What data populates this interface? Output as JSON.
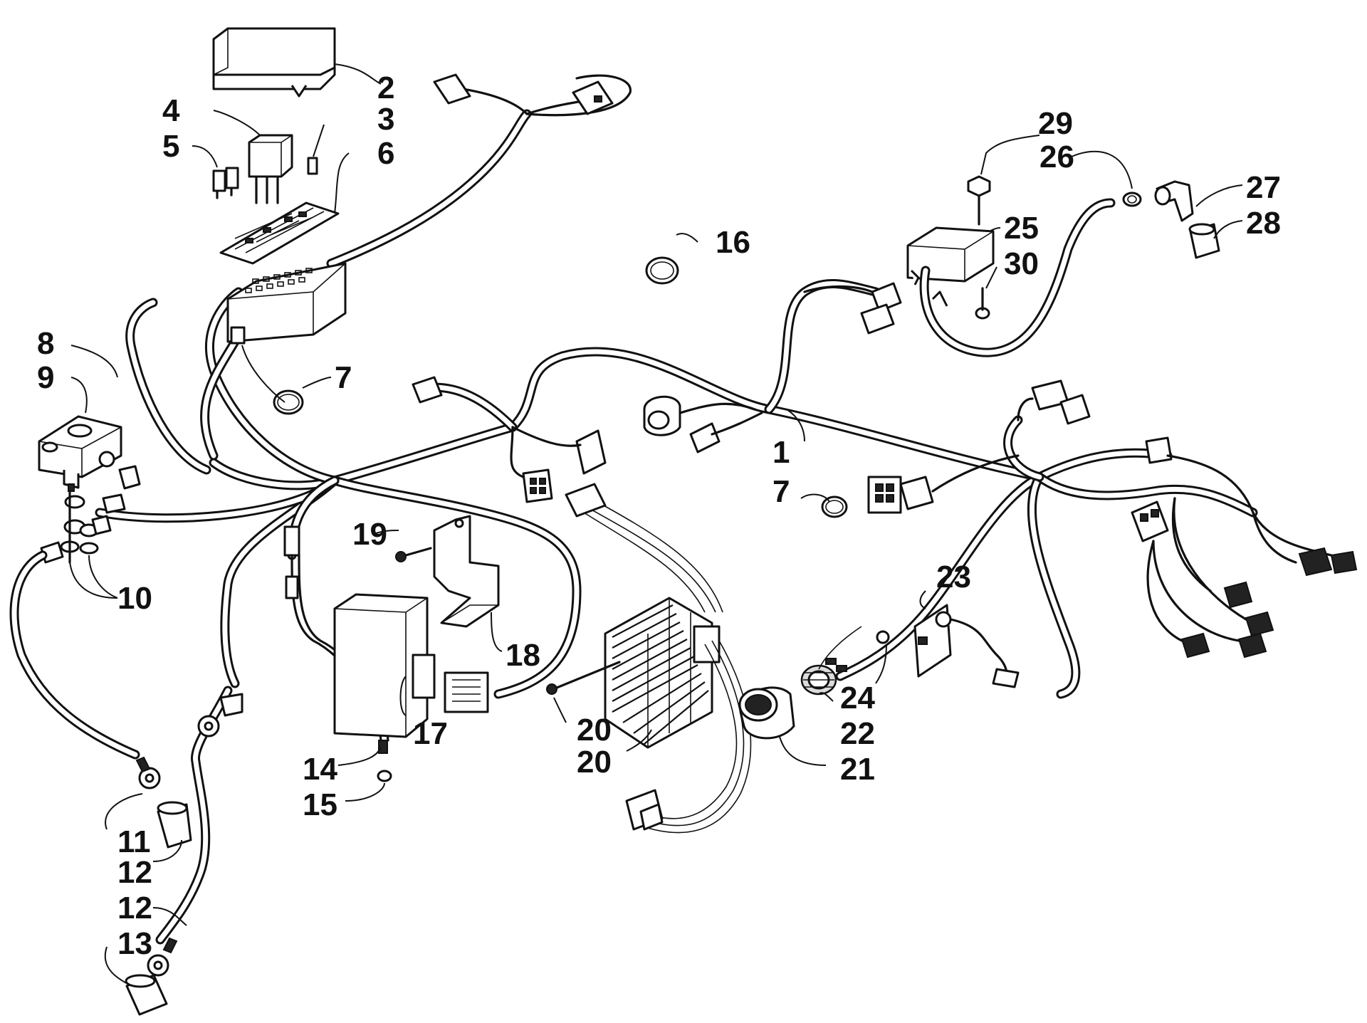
{
  "callouts": [
    {
      "id": "c1",
      "text": "1"
    },
    {
      "id": "c2",
      "text": "2"
    },
    {
      "id": "c3",
      "text": "3"
    },
    {
      "id": "c4",
      "text": "4"
    },
    {
      "id": "c5",
      "text": "5"
    },
    {
      "id": "c6",
      "text": "6"
    },
    {
      "id": "c7a",
      "text": "7"
    },
    {
      "id": "c7b",
      "text": "7"
    },
    {
      "id": "c8",
      "text": "8"
    },
    {
      "id": "c9",
      "text": "9"
    },
    {
      "id": "c10",
      "text": "10"
    },
    {
      "id": "c11",
      "text": "11"
    },
    {
      "id": "c12a",
      "text": "12"
    },
    {
      "id": "c12b",
      "text": "12"
    },
    {
      "id": "c13",
      "text": "13"
    },
    {
      "id": "c14",
      "text": "14"
    },
    {
      "id": "c15",
      "text": "15"
    },
    {
      "id": "c16",
      "text": "16"
    },
    {
      "id": "c17",
      "text": "17"
    },
    {
      "id": "c18",
      "text": "18"
    },
    {
      "id": "c19",
      "text": "19"
    },
    {
      "id": "c20a",
      "text": "20"
    },
    {
      "id": "c20b",
      "text": "20"
    },
    {
      "id": "c21",
      "text": "21"
    },
    {
      "id": "c22",
      "text": "22"
    },
    {
      "id": "c23",
      "text": "23"
    },
    {
      "id": "c24",
      "text": "24"
    },
    {
      "id": "c25",
      "text": "25"
    },
    {
      "id": "c26",
      "text": "26"
    },
    {
      "id": "c27",
      "text": "27"
    },
    {
      "id": "c28",
      "text": "28"
    },
    {
      "id": "c29",
      "text": "29"
    },
    {
      "id": "c30",
      "text": "30"
    }
  ]
}
